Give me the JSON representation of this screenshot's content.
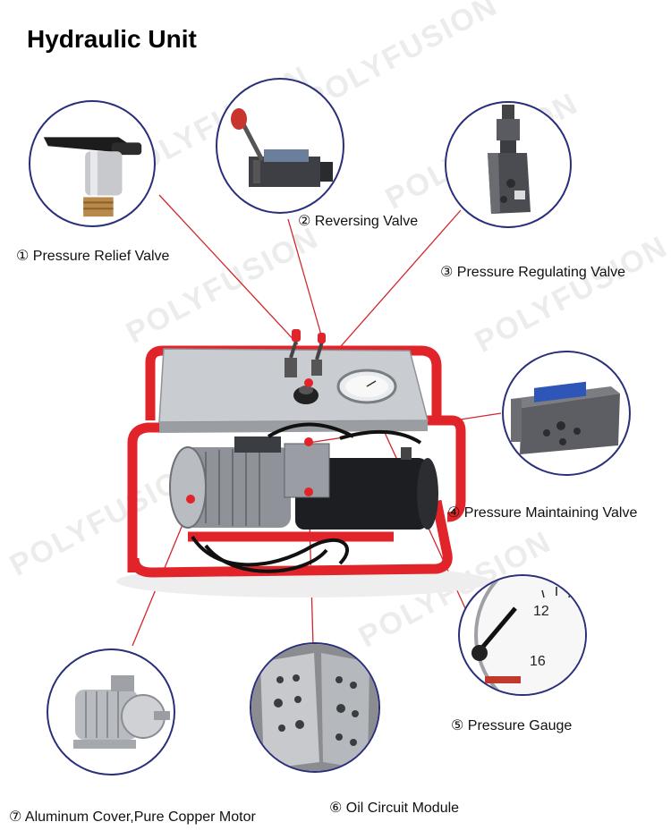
{
  "title": "Hydraulic Unit",
  "watermark": "POLYFUSION",
  "callouts": [
    {
      "id": "pressure-relief-valve",
      "label": "① Pressure Relief Valve"
    },
    {
      "id": "reversing-valve",
      "label": "② Reversing Valve"
    },
    {
      "id": "pressure-regulating-valve",
      "label": "③ Pressure Regulating Valve"
    },
    {
      "id": "pressure-maintaining-valve",
      "label": "④ Pressure Maintaining Valve"
    },
    {
      "id": "pressure-gauge",
      "label": "⑤ Pressure Gauge"
    },
    {
      "id": "oil-circuit-module",
      "label": "⑥ Oil Circuit Module"
    },
    {
      "id": "motor",
      "label": "⑦ Aluminum Cover,Pure Copper Motor"
    }
  ],
  "gauge_ticks": [
    "12",
    "16"
  ],
  "colors": {
    "frame": "#e0242a",
    "circle_border": "#2a2f7a",
    "leader": "#d0282d",
    "panel": "#c9ccd0"
  }
}
